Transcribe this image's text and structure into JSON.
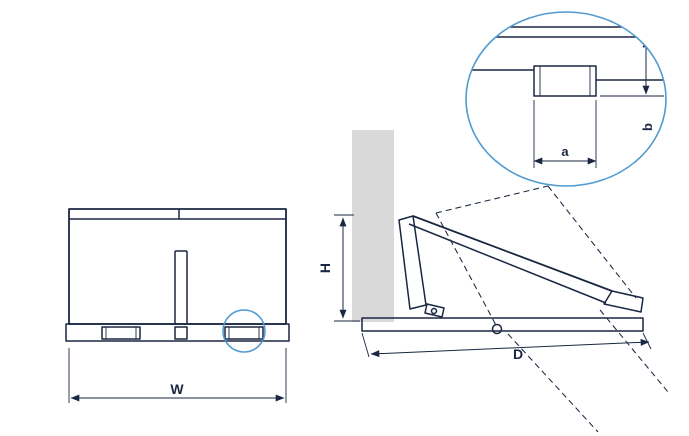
{
  "drawing": {
    "dimensions": {
      "width_label": "W",
      "height_label": "H",
      "depth_label": "D",
      "pocket_width_label": "a",
      "pocket_height_label": "b"
    }
  },
  "colors": {
    "line": "#1a2742",
    "accent_circle": "#4f9bd0",
    "mast_fill": "#d9d9d9",
    "background": "#ffffff"
  }
}
